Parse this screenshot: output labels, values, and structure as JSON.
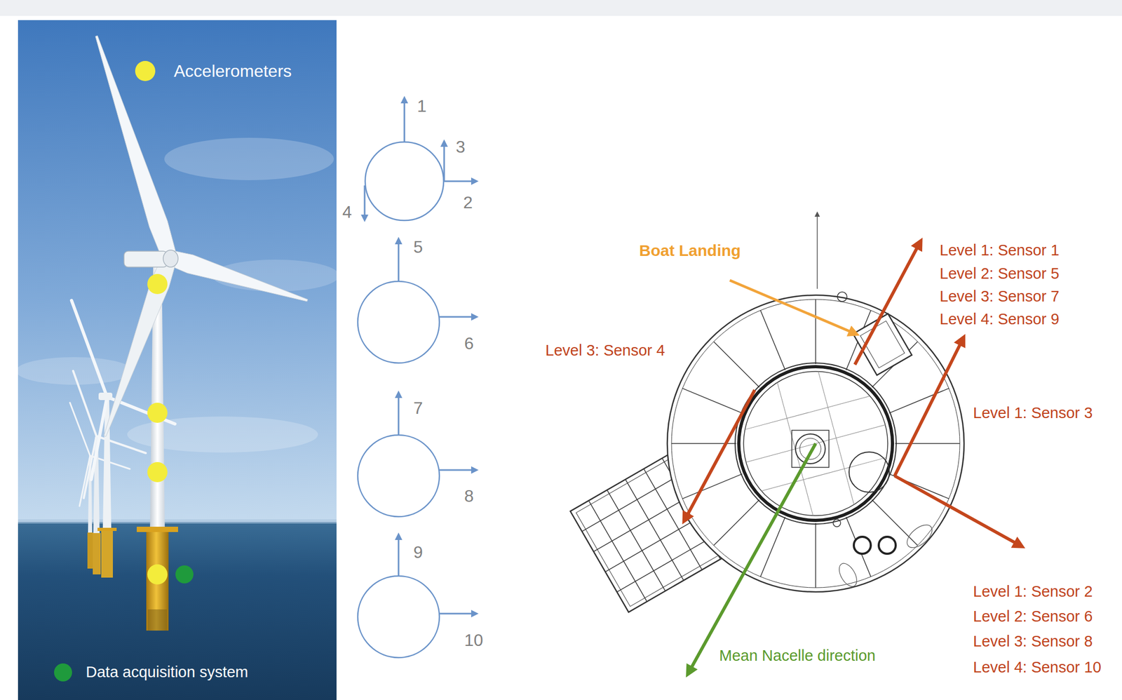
{
  "diagram": {
    "labels": [
      "1",
      "3",
      "2",
      "4",
      "5",
      "6",
      "7",
      "8",
      "9",
      "10",
      "Boat Landing",
      "Level 1: Sensor 1",
      "Level 2: Sensor 5",
      "Level 3: Sensor 7",
      "Level 4: Sensor 9",
      "Level 3: Sensor 4",
      "Level 1: Sensor 3",
      "Level 1: Sensor 2",
      "Level 2: Sensor 6",
      "Level 3: Sensor 8",
      "Level 4: Sensor 10",
      "Mean Nacelle direction"
    ],
    "legend": [
      {
        "text": "Accelerometers",
        "color": "#f3ec3b"
      },
      {
        "text": "Data acquisition system",
        "color": "#1f9a3c"
      }
    ]
  }
}
